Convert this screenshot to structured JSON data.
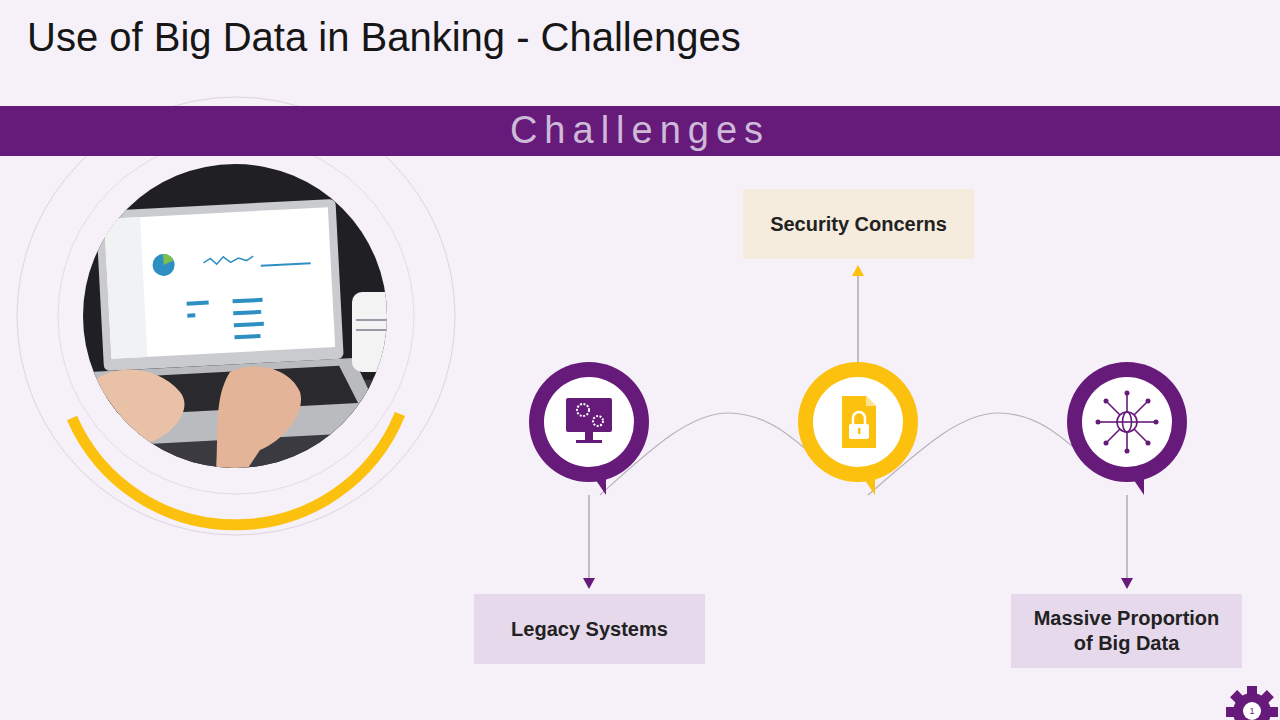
{
  "diagram": {
    "title": "Use of Big Data in Banking - Challenges",
    "nodes": [
      {
        "text": [
          "Challenges"
        ]
      },
      {
        "text": [
          "Security Concerns"
        ]
      },
      {
        "text": [
          "Legacy Systems"
        ]
      },
      {
        "text": [
          "Massive Proportion of Big Data"
        ]
      }
    ],
    "labels": [
      "1"
    ]
  }
}
